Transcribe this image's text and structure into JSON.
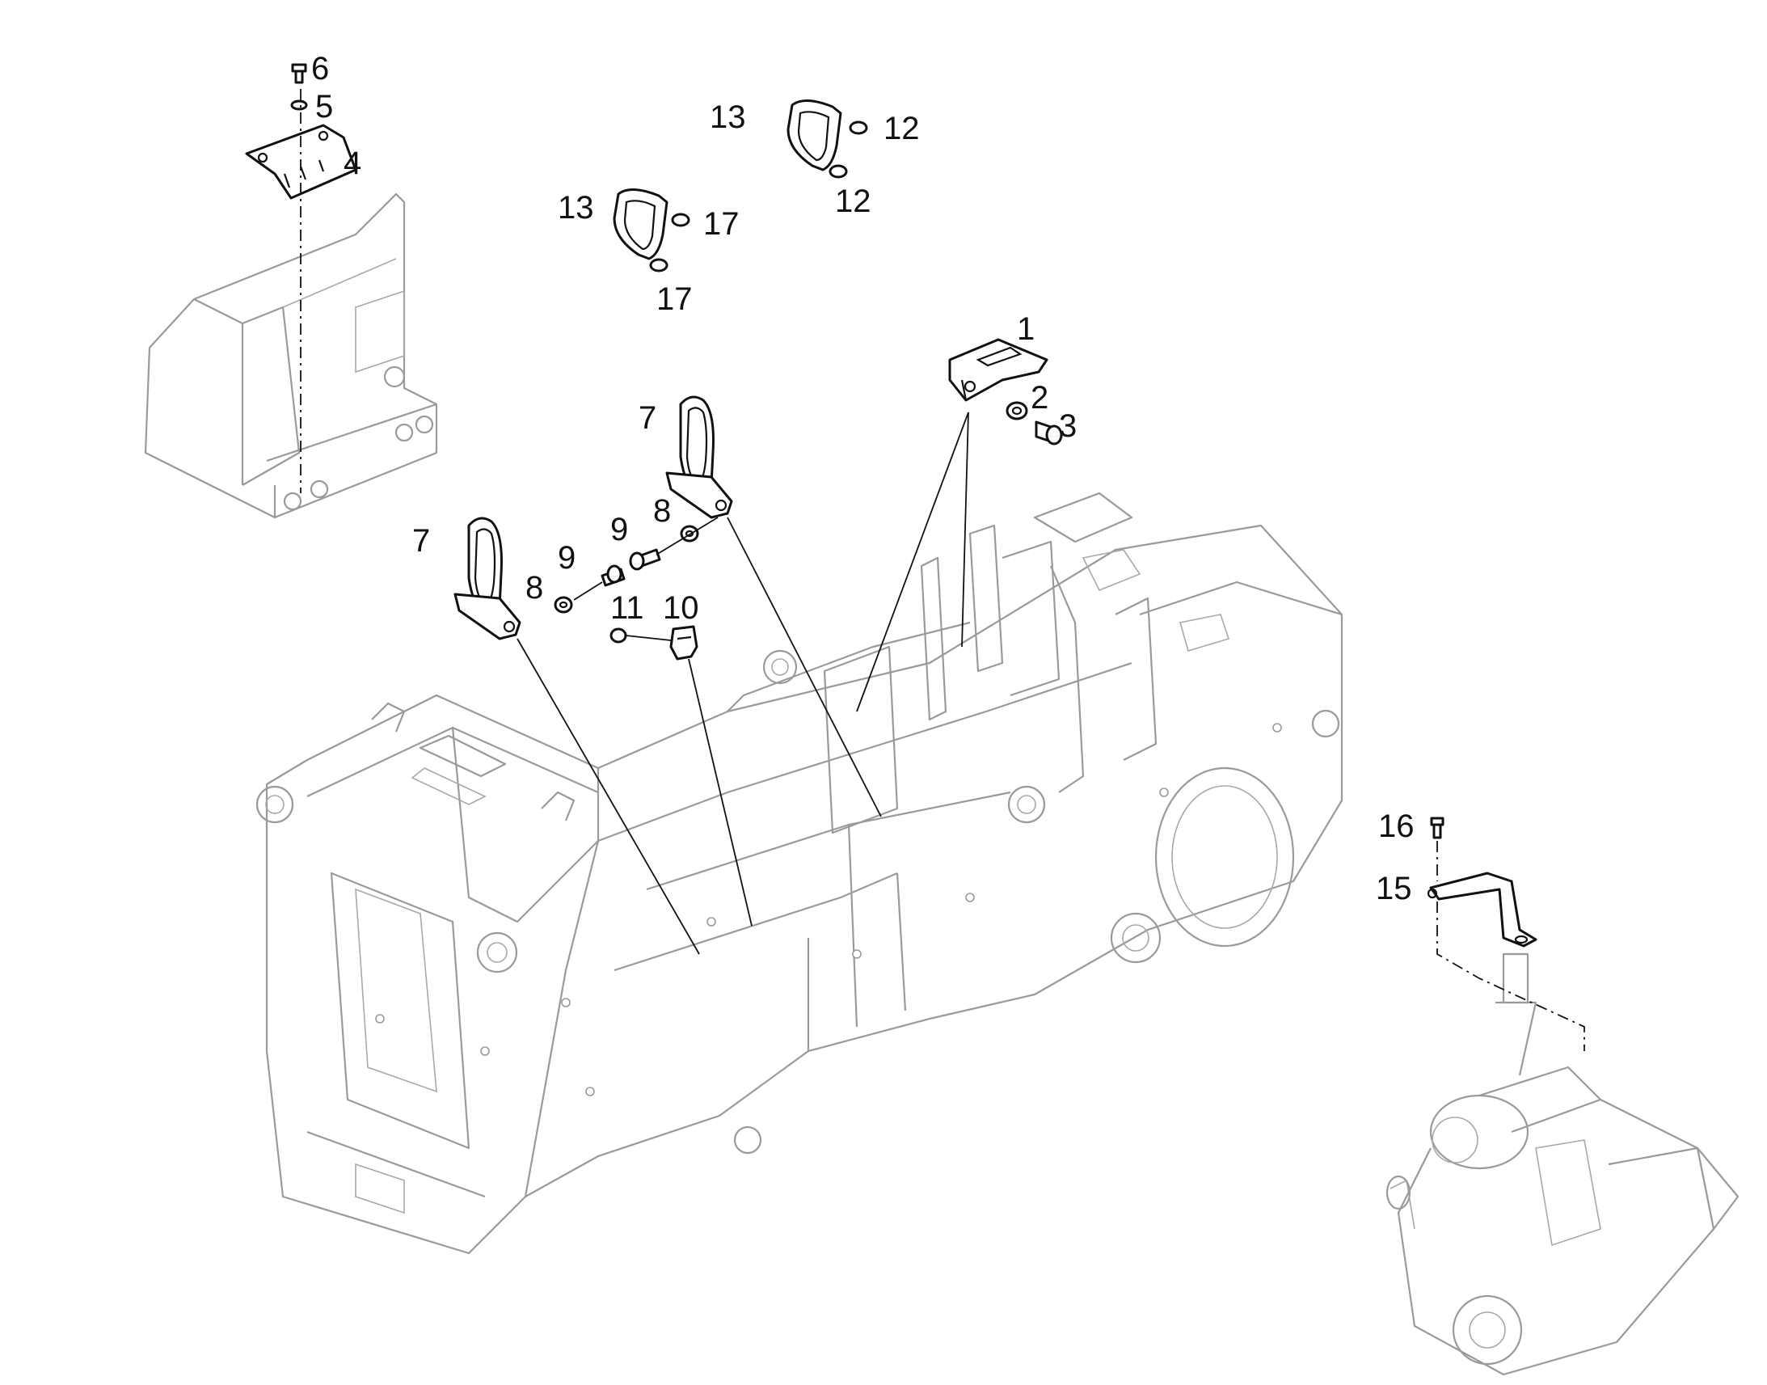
{
  "callouts": {
    "c1": "1",
    "c2": "2",
    "c3": "3",
    "c4": "4",
    "c5": "5",
    "c6": "6",
    "c7a": "7",
    "c7b": "7",
    "c8a": "8",
    "c8b": "8",
    "c9a": "9",
    "c9b": "9",
    "c10": "10",
    "c11": "11",
    "c12a": "12",
    "c12b": "12",
    "c13a": "13",
    "c13b": "13",
    "c15": "15",
    "c16": "16",
    "c17a": "17",
    "c17b": "17"
  },
  "colors": {
    "frame_outline": "#9a9a9a",
    "part_outline": "#111111",
    "background": "#ffffff"
  }
}
